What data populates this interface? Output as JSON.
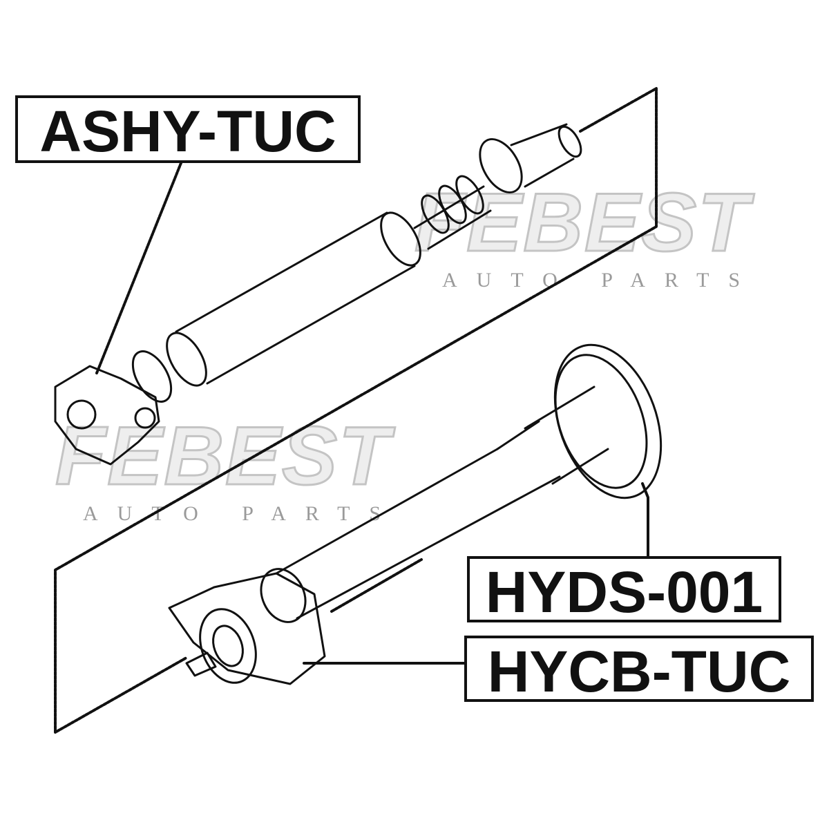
{
  "watermark": {
    "brand": "FEBEST",
    "tagline": "AUTO PARTS"
  },
  "labels": {
    "ashy": "ASHY-TUC",
    "hyds": "HYDS-001",
    "hycb": "HYCB-TUC"
  },
  "colors": {
    "line": "#111111",
    "watermark": "#c4c4c4"
  }
}
